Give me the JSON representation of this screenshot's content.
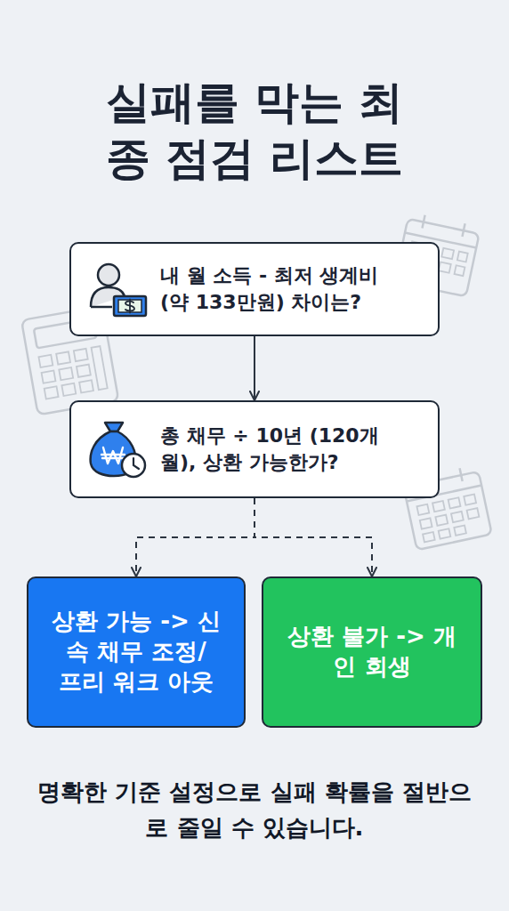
{
  "diagram": {
    "title": "실패를 막는 최종 점검 리스트",
    "caption": "명확한 기준 설정으로 실패 확률을 절반으로 줄일 수 있습니다.",
    "nodes": [
      {
        "text": [
          "내 월 소득 - 최저 생계비 (약 133만원) 차이는?"
        ]
      },
      {
        "text": [
          "총 채무 ÷ 10년 (120개월), 상환 가능한가?"
        ]
      },
      {
        "text": [
          "상환 가능 -> 신속 채무 조정/ 프리 워크 아웃"
        ]
      },
      {
        "text": [
          "상환 불가 -> 개인 회생"
        ]
      }
    ],
    "edges": [
      {
        "from": 0,
        "to": 1,
        "arrow": "to"
      },
      {
        "from": 1,
        "to": 2,
        "arrow": "to"
      },
      {
        "from": 1,
        "to": 3,
        "arrow": "to"
      }
    ]
  }
}
